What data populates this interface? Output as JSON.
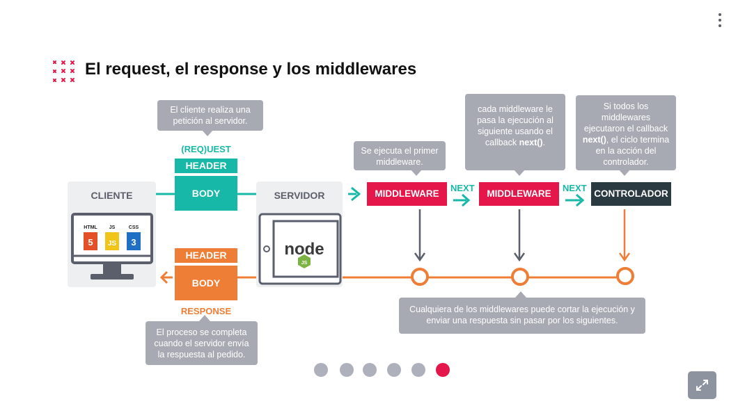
{
  "title": "El request, el response y los middlewares",
  "icons": {
    "menu": "vertical-dots-icon",
    "expand": "expand-icon",
    "title_mark": "x-grid-icon"
  },
  "client": {
    "label": "CLIENTE",
    "icons": [
      "HTML",
      "JS",
      "CSS"
    ],
    "html_digit": "5",
    "js_mark": "JS",
    "css_digit": "3"
  },
  "server": {
    "label": "SERVIDOR",
    "node_text": "node",
    "node_badge": "JS"
  },
  "request": {
    "label": "(REQ)UEST",
    "header": "HEADER",
    "body": "BODY"
  },
  "response": {
    "label": "RESPONSE",
    "header": "HEADER",
    "body": "BODY"
  },
  "middleware1": "MIDDLEWARE",
  "middleware2": "MIDDLEWARE",
  "controller": "CONTROLADOR",
  "next1": "NEXT",
  "next2": "NEXT",
  "notes": {
    "client_request": "El cliente realiza una petición al servidor.",
    "first_middleware": "Se ejecuta el primer middleware.",
    "middleware_pass": {
      "text": "cada middleware le pasa la ejecución al siguiente usando el callback",
      "code": "next()",
      "end": "."
    },
    "controller_end": {
      "text1": "Si todos los middlewares ejecutaron el callback",
      "code": "next()",
      "text2": ", el ciclo termina en la acción del controlador."
    },
    "cut_execution": "Cualquiera de los middlewares puede cortar la ejecución y enviar una respuesta sin pasar por los siguientes.",
    "response_done": "El proceso se completa cuando el servidor envía la respuesta al pedido."
  },
  "pagination": {
    "count": 6,
    "active": 6
  },
  "colors": {
    "teal": "#17b8a7",
    "orange": "#ee7e35",
    "red": "#e5174a",
    "dark": "#2b3a40",
    "gray": "#a7aab3"
  }
}
